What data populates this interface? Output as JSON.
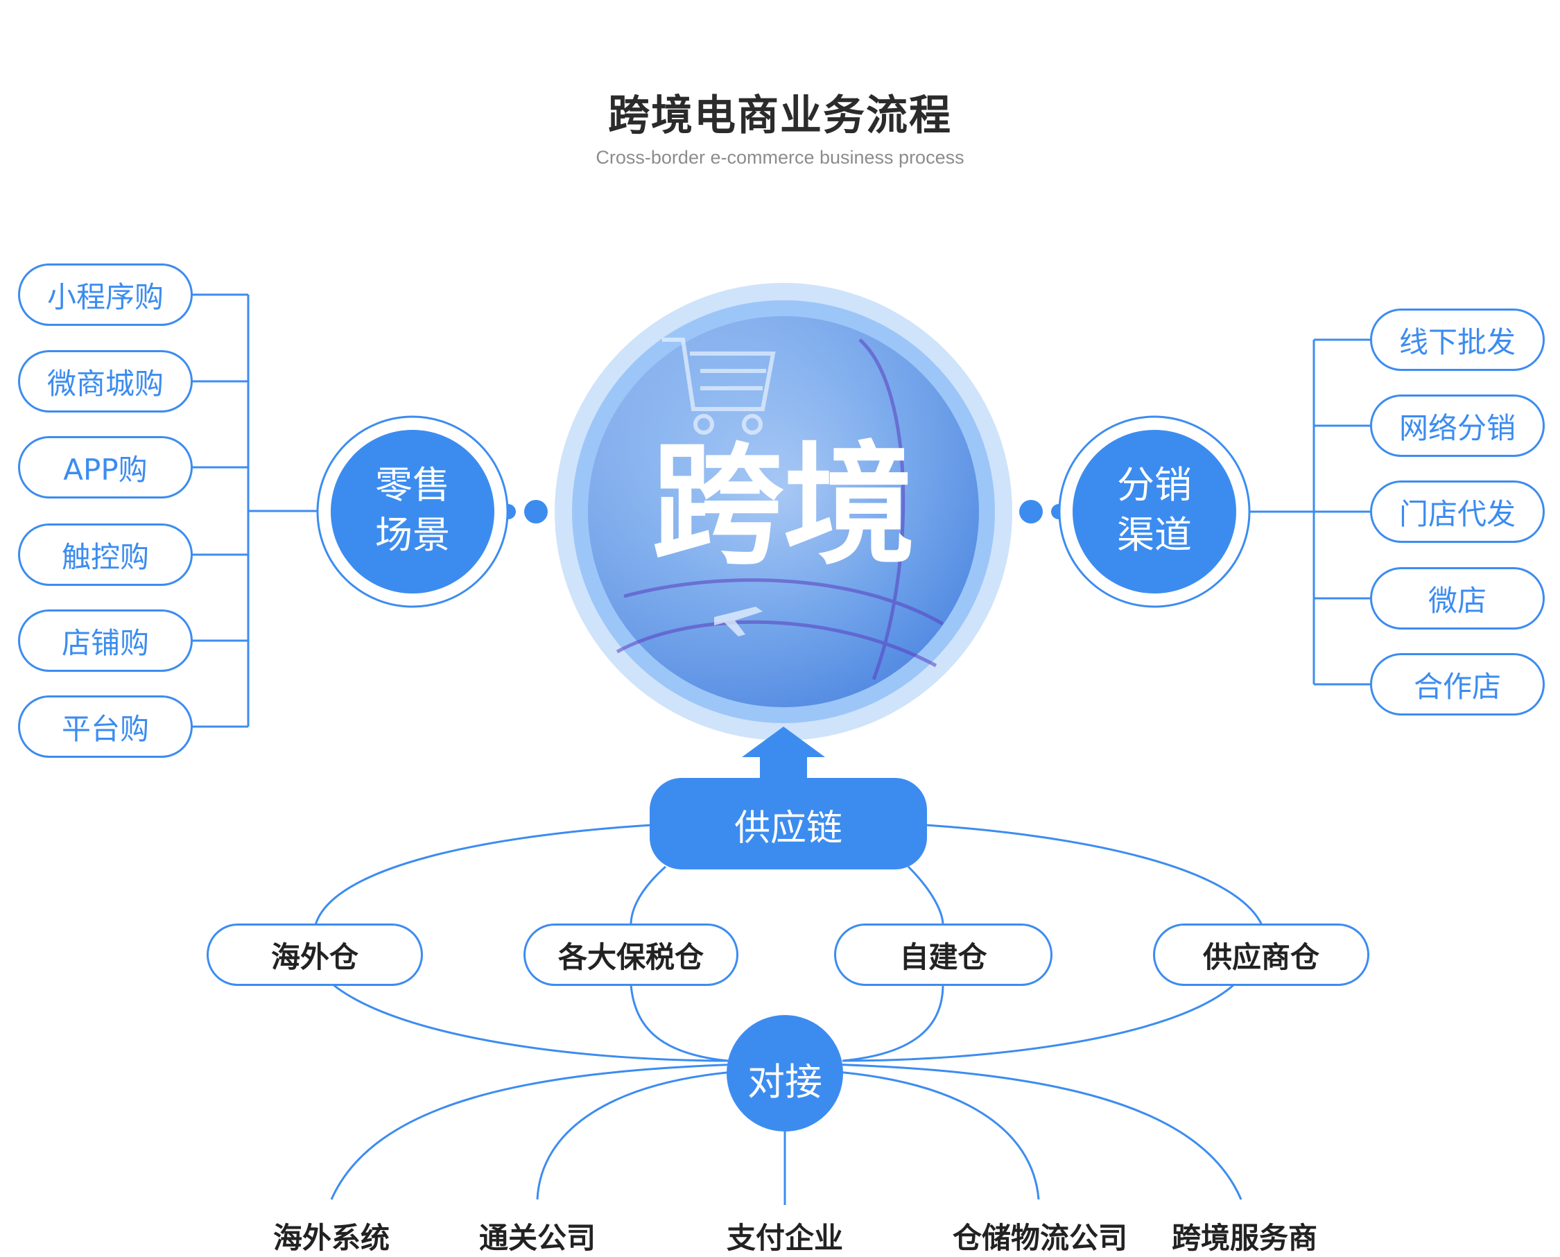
{
  "header": {
    "title": "跨境电商业务流程",
    "subtitle": "Cross-border e-commerce business process"
  },
  "center": {
    "label": "跨境"
  },
  "retail": {
    "label_line1": "零售",
    "label_line2": "场景",
    "items": [
      "小程序购",
      "微商城购",
      "APP购",
      "触控购",
      "店铺购",
      "平台购"
    ]
  },
  "distribution": {
    "label_line1": "分销",
    "label_line2": "渠道",
    "items": [
      "线下批发",
      "网络分销",
      "门店代发",
      "微店",
      "合作店"
    ]
  },
  "supply_chain": {
    "label": "供应链",
    "warehouses": [
      "海外仓",
      "各大保税仓",
      "自建仓",
      "供应商仓"
    ]
  },
  "docking": {
    "label": "对接",
    "partners": [
      "海外系统",
      "通关公司",
      "支付企业",
      "仓储物流公司",
      "跨境服务商"
    ]
  },
  "colors": {
    "primary": "#3c8cf0",
    "light": "#9cc6f8",
    "ring": "#cfe3fb"
  }
}
